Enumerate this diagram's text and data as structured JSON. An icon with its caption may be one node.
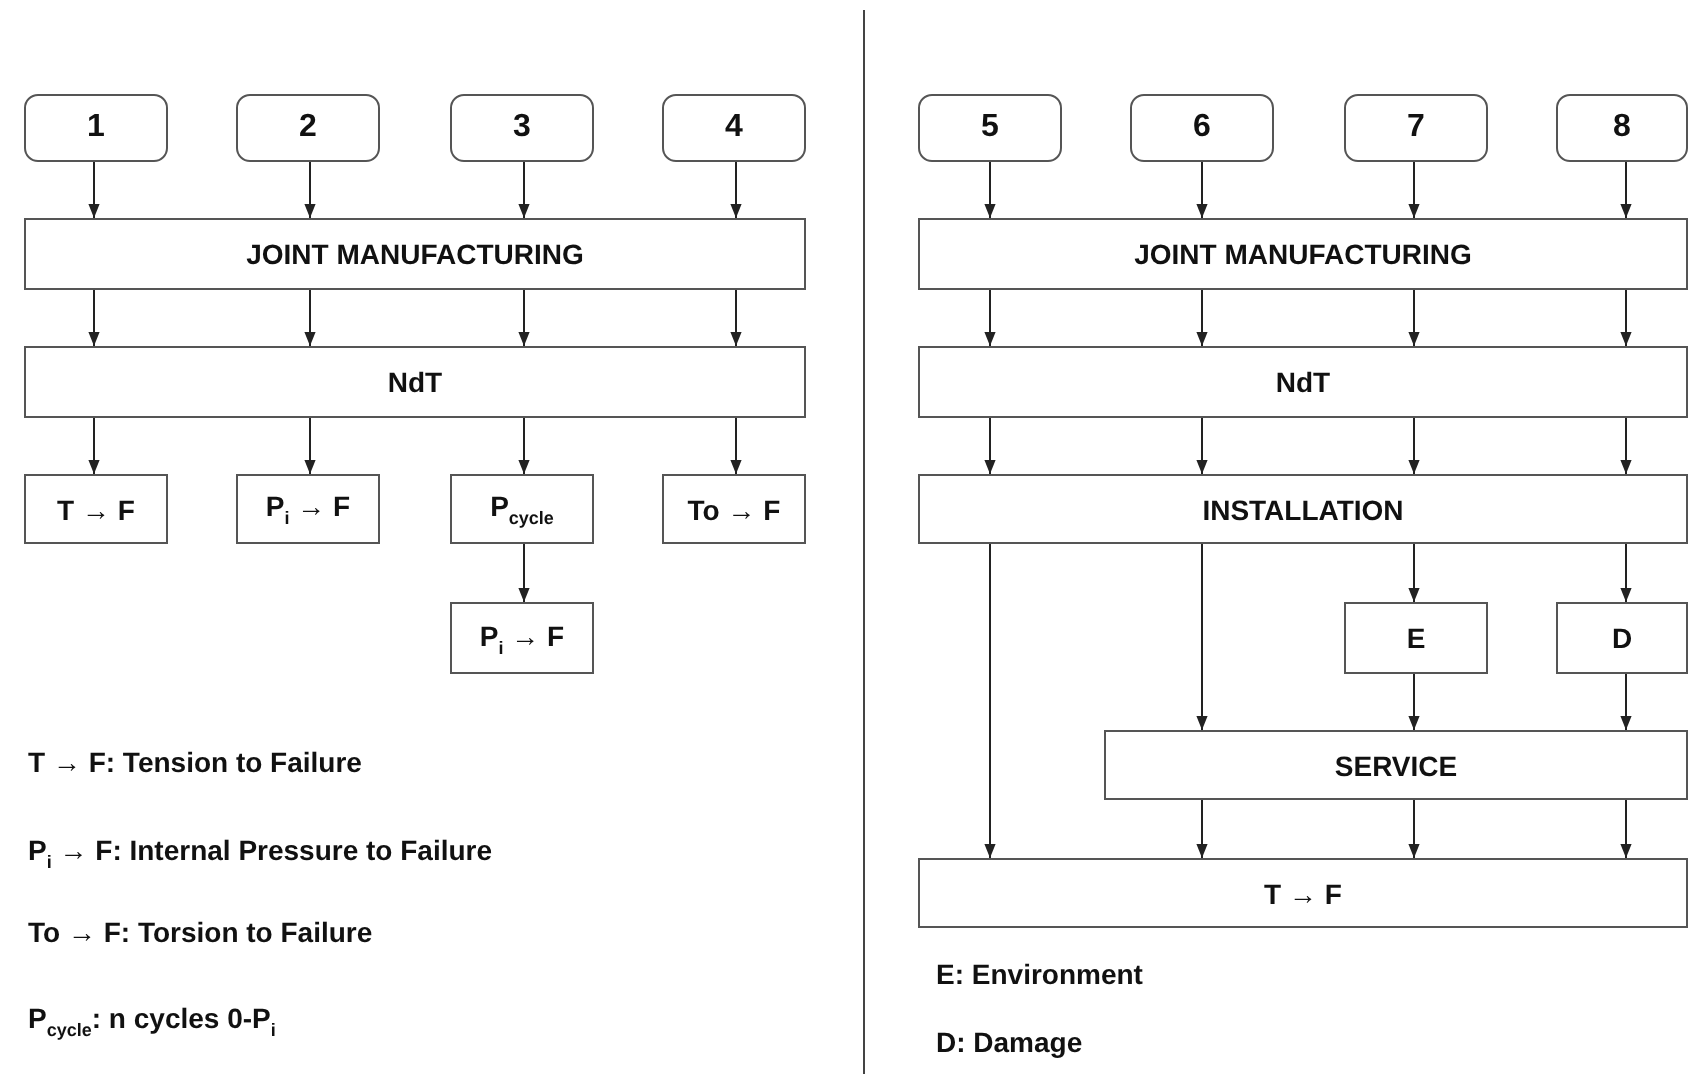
{
  "diagram": {
    "nodes": [
      {
        "text": [
          "1"
        ]
      },
      {
        "text": [
          "2"
        ]
      },
      {
        "text": [
          "3"
        ]
      },
      {
        "text": [
          "4"
        ]
      },
      {
        "text": [
          "JOINT MANUFACTURING"
        ]
      },
      {
        "text": [
          "NdT"
        ]
      },
      {
        "text": [
          "T → F"
        ]
      },
      {
        "text": [
          "P$_{i}$ → F"
        ]
      },
      {
        "text": [
          "P$_{cycle}$"
        ]
      },
      {
        "text": [
          "To → F"
        ]
      },
      {
        "text": [
          "P$_{i}$ → F"
        ]
      },
      {
        "text": [
          "5"
        ]
      },
      {
        "text": [
          "6"
        ]
      },
      {
        "text": [
          "7"
        ]
      },
      {
        "text": [
          "8"
        ]
      },
      {
        "text": [
          "JOINT MANUFACTURING"
        ]
      },
      {
        "text": [
          "NdT"
        ]
      },
      {
        "text": [
          "INSTALLATION"
        ]
      },
      {
        "text": [
          "E"
        ]
      },
      {
        "text": [
          "D"
        ]
      },
      {
        "text": [
          "SERVICE"
        ]
      },
      {
        "text": [
          "T → F"
        ]
      }
    ],
    "edges": [
      {
        "from": 0,
        "to": 4,
        "arrow": "to"
      },
      {
        "from": 1,
        "to": 4,
        "arrow": "to"
      },
      {
        "from": 2,
        "to": 4,
        "arrow": "to"
      },
      {
        "from": 3,
        "to": 4,
        "arrow": "to"
      },
      {
        "from": 4,
        "to": 5,
        "arrow": "to"
      },
      {
        "from": 4,
        "to": 5,
        "arrow": "to"
      },
      {
        "from": 4,
        "to": 5,
        "arrow": "to"
      },
      {
        "from": 4,
        "to": 5,
        "arrow": "to"
      },
      {
        "from": 5,
        "to": 6,
        "arrow": "to"
      },
      {
        "from": 5,
        "to": 7,
        "arrow": "to"
      },
      {
        "from": 5,
        "to": 8,
        "arrow": "to"
      },
      {
        "from": 5,
        "to": 9,
        "arrow": "to"
      },
      {
        "from": 8,
        "to": 10,
        "arrow": "to"
      },
      {
        "from": 11,
        "to": 15,
        "arrow": "to"
      },
      {
        "from": 12,
        "to": 15,
        "arrow": "to"
      },
      {
        "from": 13,
        "to": 15,
        "arrow": "to"
      },
      {
        "from": 14,
        "to": 15,
        "arrow": "to"
      },
      {
        "from": 15,
        "to": 16,
        "arrow": "to"
      },
      {
        "from": 15,
        "to": 16,
        "arrow": "to"
      },
      {
        "from": 15,
        "to": 16,
        "arrow": "to"
      },
      {
        "from": 15,
        "to": 16,
        "arrow": "to"
      },
      {
        "from": 16,
        "to": 17,
        "arrow": "to"
      },
      {
        "from": 16,
        "to": 17,
        "arrow": "to"
      },
      {
        "from": 16,
        "to": 17,
        "arrow": "to"
      },
      {
        "from": 16,
        "to": 17,
        "arrow": "to"
      },
      {
        "from": 17,
        "to": 21,
        "arrow": "to"
      },
      {
        "from": 17,
        "to": 20,
        "arrow": "to"
      },
      {
        "from": 17,
        "to": 18,
        "arrow": "to"
      },
      {
        "from": 17,
        "to": 19,
        "arrow": "to"
      },
      {
        "from": 18,
        "to": 20,
        "arrow": "to"
      },
      {
        "from": 19,
        "to": 20,
        "arrow": "to"
      },
      {
        "from": 20,
        "to": 21,
        "arrow": "to"
      },
      {
        "from": 20,
        "to": 21,
        "arrow": "to"
      },
      {
        "from": 20,
        "to": 21,
        "arrow": "to"
      }
    ],
    "labels": [
      "T → F: Tension to Failure",
      "P$_{i}$ → F: Internal Pressure to Failure",
      "To → F: Torsion to Failure",
      "P$_{cycle}$: n cycles 0-P$_{i}$",
      "E: Environment",
      "D: Damage"
    ]
  }
}
